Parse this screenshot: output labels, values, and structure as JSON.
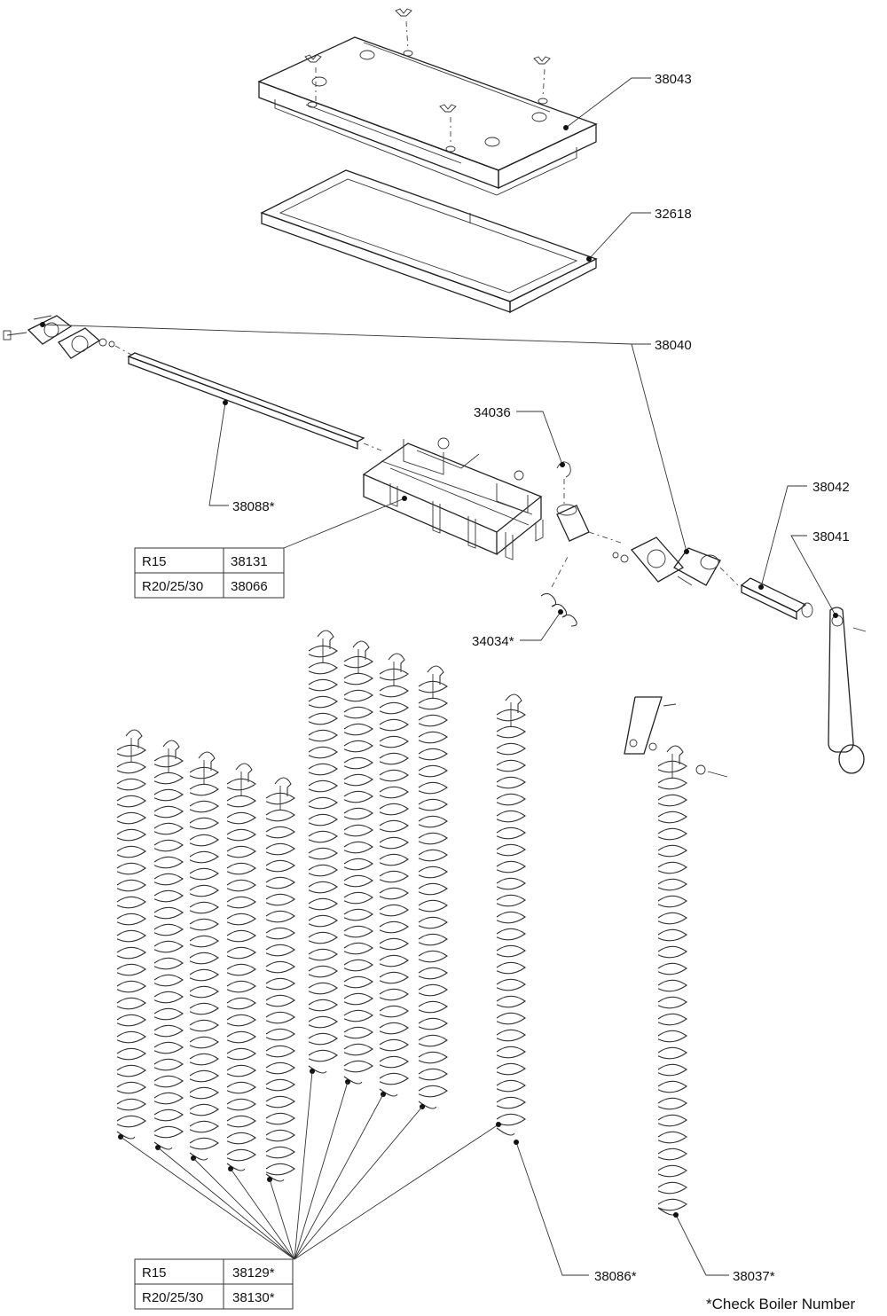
{
  "parts": {
    "p38043": "38043",
    "p32618": "32618",
    "p38040": "38040",
    "p34036": "34036",
    "p38088": "38088*",
    "p38042": "38042",
    "p38041": "38041",
    "p34034": "34034*",
    "p38086": "38086*",
    "p38037": "38037*"
  },
  "table_top": {
    "rows": [
      {
        "model": "R15",
        "part": "38131"
      },
      {
        "model": "R20/25/30",
        "part": "38066"
      }
    ]
  },
  "table_bottom": {
    "rows": [
      {
        "model": "R15",
        "part": "38129*"
      },
      {
        "model": "R20/25/30",
        "part": "38130*"
      }
    ]
  },
  "footnote": "*Check Boiler Number"
}
